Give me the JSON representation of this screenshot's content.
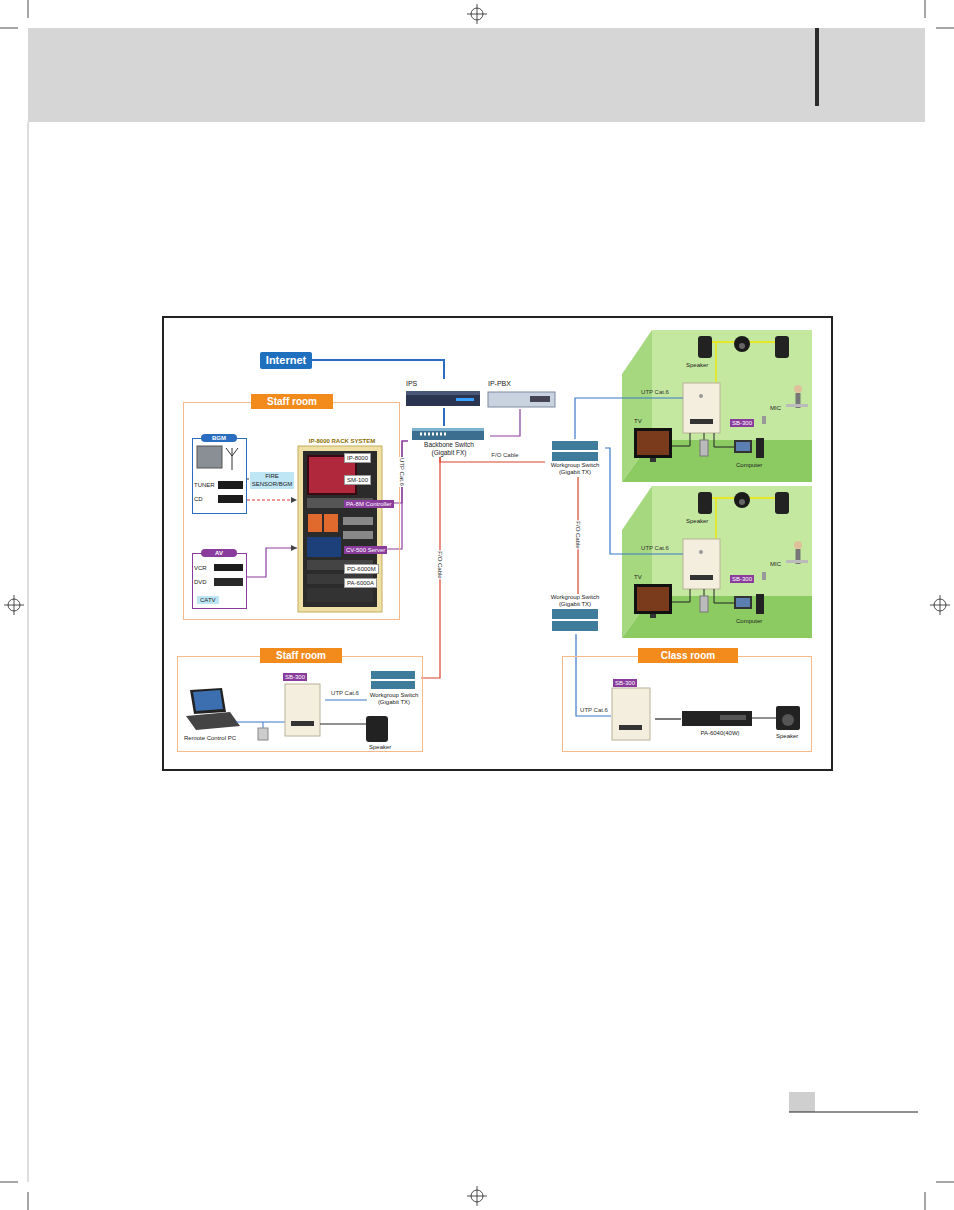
{
  "diagram": {
    "nodes": [
      {
        "text": [
          "Internet"
        ]
      },
      {
        "text": [
          "IPS"
        ]
      },
      {
        "text": [
          "IP-PBX"
        ]
      },
      {
        "text": [
          "Backbone Switch (Gigabit FX)"
        ]
      },
      {
        "text": [
          "Workgroup Switch (Gigabit TX)"
        ]
      },
      {
        "text": [
          "Staff room"
        ]
      },
      {
        "text": [
          "BGM",
          "TUNER",
          "CD"
        ],
        "in": 5
      },
      {
        "text": [
          "FIRE SENSOR/BGM"
        ],
        "in": 5
      },
      {
        "text": [
          "IP-8000 RACK SYSTEM"
        ],
        "in": 5
      },
      {
        "text": [
          "IP-8000"
        ],
        "in": 8
      },
      {
        "text": [
          "SM-100"
        ],
        "in": 8
      },
      {
        "text": [
          "PA-8M Controller"
        ],
        "in": 8
      },
      {
        "text": [
          "CV-500 Server"
        ],
        "in": 8
      },
      {
        "text": [
          "PD-6000M"
        ],
        "in": 8
      },
      {
        "text": [
          "PA-6000A"
        ],
        "in": 8
      },
      {
        "text": [
          "AV",
          "VCR",
          "DVD"
        ],
        "in": 5
      },
      {
        "text": [
          "CATV"
        ],
        "in": 15
      },
      {
        "text": [
          "SB-300"
        ]
      },
      {
        "text": [
          "SB-300"
        ]
      },
      {
        "text": [
          "Workgroup Switch (Gigabit TX)"
        ]
      },
      {
        "text": [
          "Staff room"
        ]
      },
      {
        "text": [
          "SB-300"
        ],
        "in": 20
      },
      {
        "text": [
          "Workgroup Switch (Gigabit TX)"
        ],
        "in": 20
      },
      {
        "text": [
          "Class room"
        ]
      },
      {
        "text": [
          "SB-300"
        ],
        "in": 23
      },
      {
        "text": [
          "PA-6040(40W)"
        ],
        "in": 23
      }
    ],
    "edges": [
      {
        "from": 0,
        "to": 1,
        "arrow": "none"
      },
      {
        "from": 1,
        "to": 3,
        "arrow": "none"
      },
      {
        "from": 2,
        "to": 3,
        "arrow": "none"
      },
      {
        "from": 11,
        "to": 3,
        "label": "UTP Cat.6",
        "arrow": "none"
      },
      {
        "from": 12,
        "to": 3,
        "arrow": "none"
      },
      {
        "from": 6,
        "to": 8,
        "arrow": "to"
      },
      {
        "from": 6,
        "to": 7,
        "arrow": "none"
      },
      {
        "from": 15,
        "to": 8,
        "arrow": "to"
      },
      {
        "from": 3,
        "to": 4,
        "label": "F/O Cable",
        "arrow": "none"
      },
      {
        "from": 3,
        "to": 22,
        "label": "F/O Cable",
        "arrow": "none"
      },
      {
        "from": 4,
        "to": 17,
        "label": "UTP Cat.6",
        "arrow": "none"
      },
      {
        "from": 4,
        "to": 18,
        "label": "UTP Cat.6",
        "arrow": "none"
      },
      {
        "from": 4,
        "to": 19,
        "label": "F/O Cable",
        "arrow": "none"
      },
      {
        "from": 19,
        "to": 24,
        "label": "UTP Cat.6",
        "arrow": "none"
      },
      {
        "from": 22,
        "to": 21,
        "label": "UTP Cat.6",
        "arrow": "none"
      },
      {
        "from": 24,
        "to": 25,
        "arrow": "none"
      }
    ],
    "labels": [
      "Speaker",
      "MIC",
      "TV",
      "Computer",
      "Speaker",
      "MIC",
      "TV",
      "Computer",
      "Remote Control PC",
      "Speaker",
      "Speaker"
    ]
  }
}
